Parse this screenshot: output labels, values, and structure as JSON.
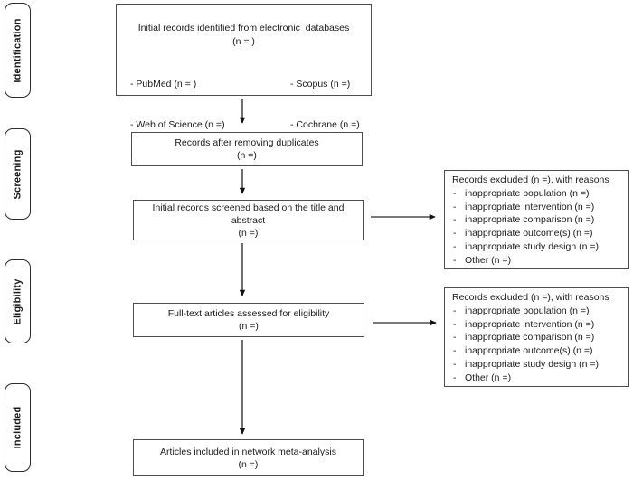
{
  "diagram": {
    "bullet": "-",
    "stages": [
      {
        "label": "Identification"
      },
      {
        "label": "Screening"
      },
      {
        "label": "Eligibility"
      },
      {
        "label": "Included"
      }
    ],
    "boxes": {
      "identified": {
        "line1": "Initial records identified from electronic  databases",
        "line2": "(n = )",
        "left_sources": [
          "- PubMed (n = )",
          "- Web of Science (n =)"
        ],
        "right_sources": [
          "- Scopus (n =)",
          "- Cochrane (n =)"
        ]
      },
      "duplicates": {
        "line1": "Records after removing duplicates",
        "line2": "(n =)"
      },
      "screened": {
        "line1": "Initial records screened based on the title and",
        "line2": "abstract",
        "line3": "(n =)"
      },
      "fulltext": {
        "line1": "Full-text articles assessed for eligibility",
        "line2": "(n =)"
      },
      "included": {
        "line1": "Articles included in network meta-analysis",
        "line2": "(n =)"
      },
      "excluded_screening": {
        "title": "Records excluded (n =), with reasons",
        "items": [
          "inappropriate population (n =)",
          "inappropriate intervention (n =)",
          "inappropriate comparison (n =)",
          "inappropriate outcome(s) (n =)",
          "inappropriate study design (n =)",
          "Other (n =)"
        ]
      },
      "excluded_eligibility": {
        "title": "Records excluded (n =), with reasons",
        "items": [
          "inappropriate population (n =)",
          "inappropriate intervention (n =)",
          "inappropriate comparison (n =)",
          "inappropriate outcome(s) (n =)",
          "inappropriate study design (n =)",
          "Other (n =)"
        ]
      }
    }
  }
}
